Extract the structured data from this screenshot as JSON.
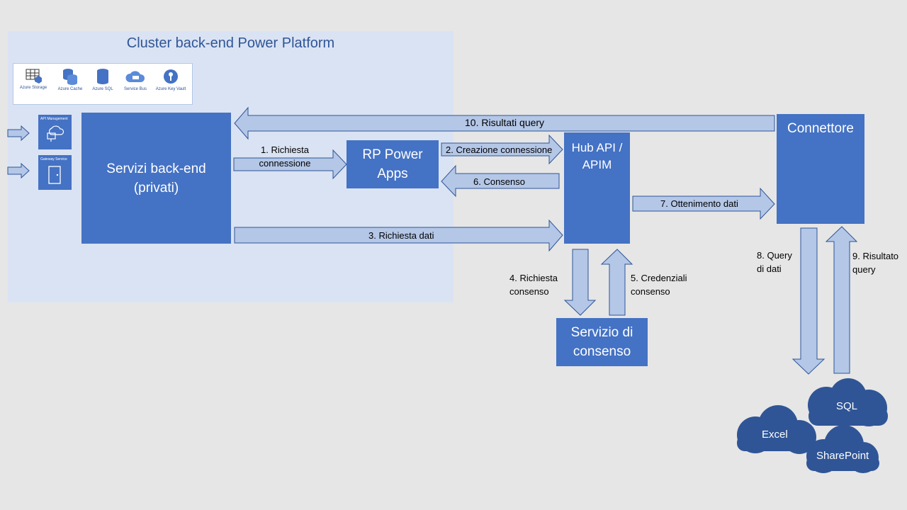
{
  "diagram": {
    "cluster_title": "Cluster back-end Power Platform",
    "services": [
      {
        "label": "Azure Storage",
        "icon": "grid-icon"
      },
      {
        "label": "Azure Cache",
        "icon": "database-icon"
      },
      {
        "label": "Azure SQL",
        "icon": "database-icon"
      },
      {
        "label": "Service Bus",
        "icon": "cloud-icon"
      },
      {
        "label": "Azure Key Vault",
        "icon": "key-icon"
      }
    ],
    "side_boxes": {
      "api_management": "API Management",
      "gateway_service": "Gateway Service"
    },
    "boxes": {
      "backend_line1": "Servizi back-end",
      "backend_line2": "(privati)",
      "rp_line1": "RP Power",
      "rp_line2": "Apps",
      "hub_line1": "Hub API /",
      "hub_line2": "APIM",
      "connector": "Connettore",
      "consent_line1": "Servizio di",
      "consent_line2": "consenso"
    },
    "steps": {
      "s1_line1": "1. Richiesta",
      "s1_line2": "connessione",
      "s2": "2. Creazione connessione",
      "s3": "3. Richiesta dati",
      "s4_line1": "4. Richiesta",
      "s4_line2": "consenso",
      "s5_line1": "5. Credenziali",
      "s5_line2": "consenso",
      "s6": "6. Consenso",
      "s7": "7. Ottenimento dati",
      "s8_line1": "8. Query",
      "s8_line2": "di dati",
      "s9_line1": "9. Risultato",
      "s9_line2": "query",
      "s10": "10. Risultati query"
    },
    "data_sources": {
      "excel": "Excel",
      "sql": "SQL",
      "sharepoint": "SharePoint"
    },
    "colors": {
      "box": "#4472c4",
      "arrow_fill": "#b4c7e7",
      "arrow_stroke": "#2f5597",
      "cloud": "#2f5597",
      "cluster_bg": "#dae3f3"
    }
  }
}
